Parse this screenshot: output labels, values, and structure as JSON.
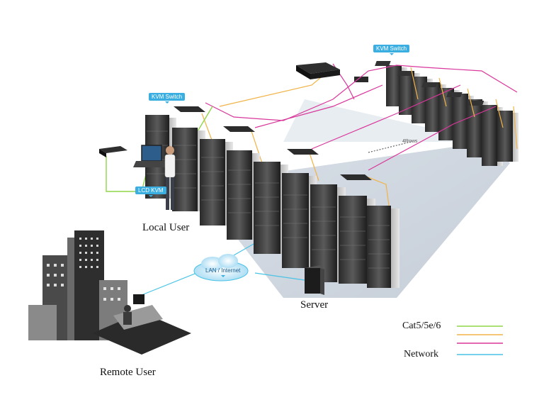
{
  "diagram": {
    "kvm_switch_top": "KVM Switch",
    "kvm_switch_left": "KVM Switch",
    "lcd_kvm": "LCD KVM",
    "rows_note": "4Rows",
    "local_user": "Local User",
    "remote_user": "Remote User",
    "server": "Server",
    "lan_internet": "LAN / Internet"
  },
  "legend": {
    "cat5_label": "Cat5/5e/6",
    "network_label": "Network",
    "colors": {
      "green": "#8fd64a",
      "orange": "#f2b347",
      "magenta": "#d9379b",
      "cyan": "#49c3e6"
    }
  }
}
